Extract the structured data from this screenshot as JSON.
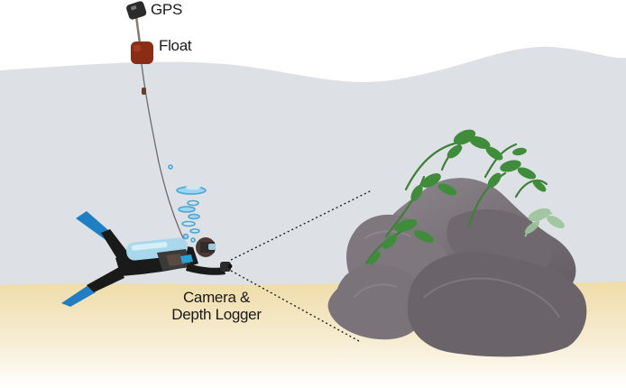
{
  "labels": {
    "gps": "GPS",
    "float": "Float",
    "camera_line1": "Camera &",
    "camera_line2": "Depth Logger"
  },
  "colors": {
    "sky": "#ffffff",
    "water": "#dde1e5",
    "sand": "#f2e2b6",
    "rock": "#807a80",
    "rock_dark": "#5c565c",
    "kelp": "#3f8c3a",
    "tank": "#a9d8ec",
    "fins": "#1f7fc2",
    "float": "#8b2c14"
  },
  "icons": [
    "gps-unit-icon",
    "float-buoy-icon",
    "diver-icon",
    "camera-icon",
    "rock-icon",
    "kelp-icon",
    "bubbles-icon"
  ]
}
